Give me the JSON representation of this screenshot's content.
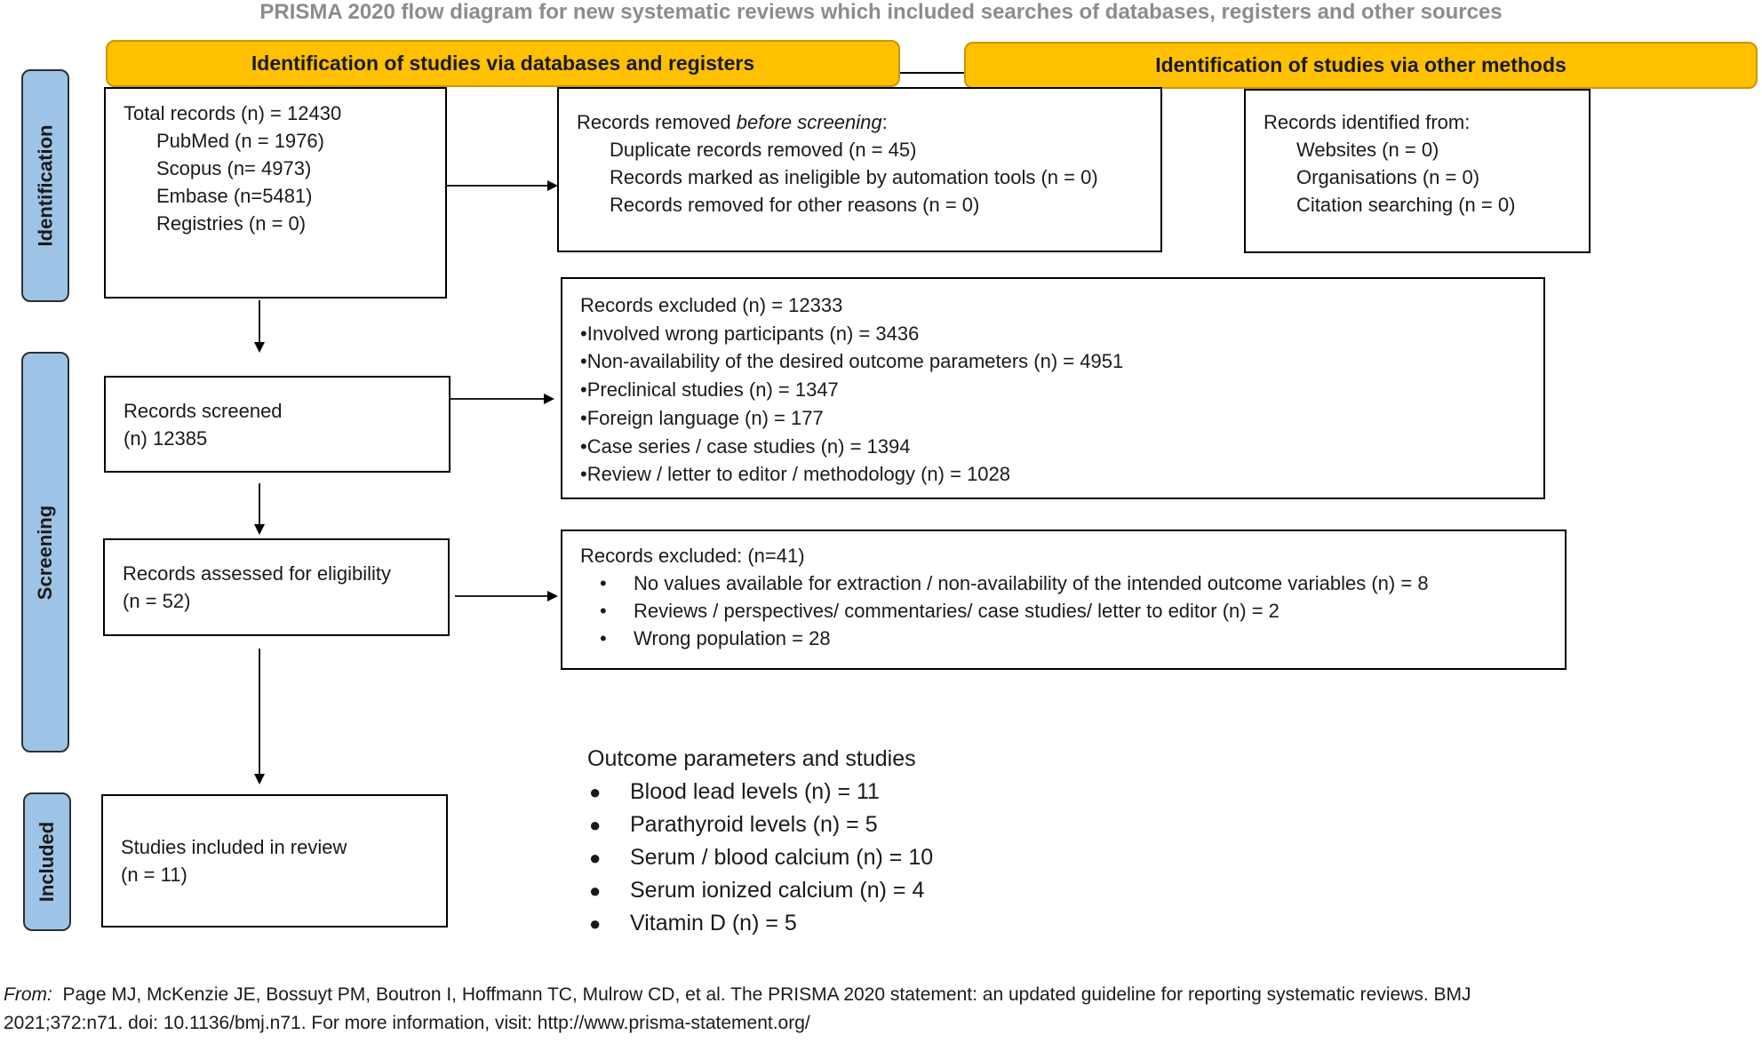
{
  "title": "PRISMA 2020 flow diagram for new systematic reviews which included searches of databases, registers and other sources",
  "headers": {
    "databases": "Identification of studies via databases and registers",
    "other": "Identification of studies via other methods"
  },
  "phases": {
    "identification": "Identification",
    "screening": "Screening",
    "included": "Included"
  },
  "total_records": {
    "title": "Total records (n) = 12430",
    "items": [
      "PubMed (n = 1976)",
      "Scopus (n= 4973)",
      "Embase (n=5481)",
      "Registries (n = 0)"
    ]
  },
  "removed_before_screening": {
    "prefix": "Records removed ",
    "emphasis": "before screening",
    "suffix": ":",
    "items": [
      "Duplicate records removed (n = 45)",
      "Records marked as ineligible by automation tools (n = 0)",
      "Records removed for other reasons (n = 0)"
    ]
  },
  "other_methods": {
    "title": "Records identified from:",
    "items": [
      "Websites (n = 0)",
      "Organisations (n = 0)",
      "Citation searching (n = 0)"
    ]
  },
  "records_screened": {
    "line1": "Records screened",
    "line2": "(n) 12385"
  },
  "screening_excluded": {
    "title": "Records excluded (n) = 12333",
    "items": [
      "•Involved wrong participants (n) = 3436",
      "•Non-availability of the desired outcome parameters (n) = 4951",
      "•Preclinical studies (n) = 1347",
      "•Foreign language (n) = 177",
      "•Case series / case studies (n) = 1394",
      "•Review / letter to editor / methodology (n) = 1028"
    ]
  },
  "eligibility": {
    "line1": "Records assessed for eligibility",
    "line2": "(n = 52)"
  },
  "eligibility_excluded": {
    "title": "Records excluded: (n=41)",
    "bullet": "•",
    "items": [
      "No values available for extraction / non-availability of the intended outcome variables (n) = 8",
      "Reviews / perspectives/ commentaries/ case studies/ letter to editor (n) = 2",
      "Wrong population = 28"
    ]
  },
  "included_studies": {
    "line1": "Studies included in review",
    "line2": "(n = 11)"
  },
  "outcomes": {
    "title": "Outcome parameters and studies",
    "bullet": "●",
    "items": [
      "Blood lead levels (n) = 11",
      "Parathyroid levels (n) = 5",
      "Serum / blood calcium (n) = 10",
      "Serum ionized calcium (n) = 4",
      "Vitamin D (n) = 5"
    ]
  },
  "footer": {
    "from_label": "From:",
    "line1": "  Page MJ, McKenzie JE, Bossuyt PM, Boutron I, Hoffmann TC, Mulrow CD, et al. The PRISMA 2020 statement: an updated guideline for reporting systematic reviews. BMJ",
    "line2": "2021;372:n71. doi: 10.1136/bmj.n71. For more information, visit: http://www.prisma-statement.org/"
  },
  "colors": {
    "header_fill": "#ffc000",
    "phase_fill": "#9dc3e6",
    "title_text": "#8c8c8c"
  }
}
